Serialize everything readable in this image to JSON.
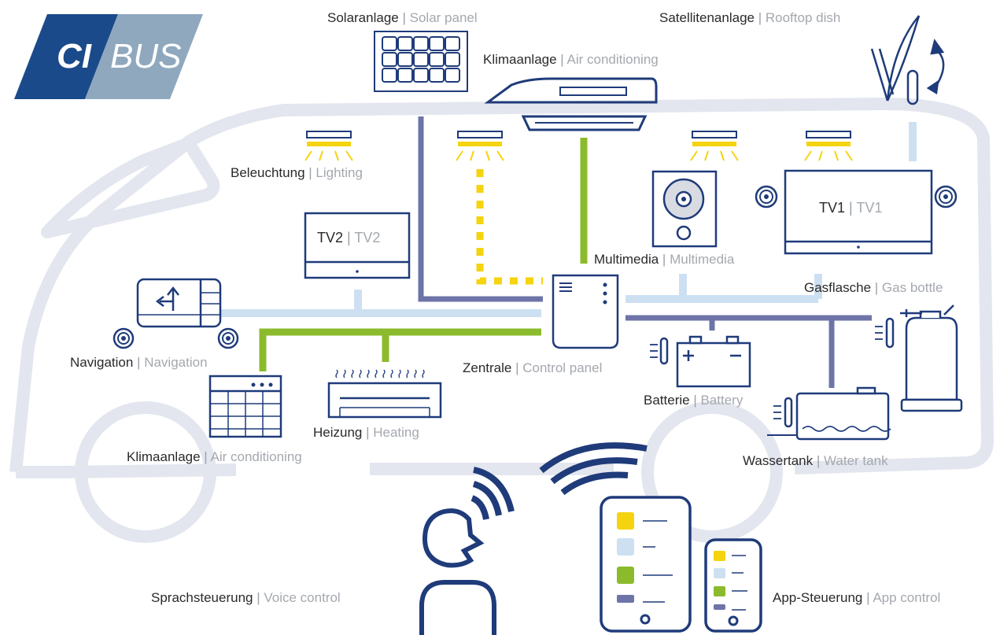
{
  "logo": {
    "left": "CI",
    "right": "BUS"
  },
  "separator": " | ",
  "labels": {
    "solar": {
      "de": "Solaranlage",
      "en": "Solar panel"
    },
    "satellite": {
      "de": "Satellitenanlage",
      "en": "Rooftop dish"
    },
    "roof_ac": {
      "de": "Klimaanlage",
      "en": "Air conditioning"
    },
    "lighting": {
      "de": "Beleuchtung",
      "en": "Lighting"
    },
    "tv2": {
      "de": "TV2",
      "en": "TV2"
    },
    "tv1": {
      "de": "TV1",
      "en": "TV1"
    },
    "multimedia": {
      "de": "Multimedia",
      "en": "Multimedia"
    },
    "gas": {
      "de": "Gasflasche",
      "en": "Gas bottle"
    },
    "navigation": {
      "de": "Navigation",
      "en": "Navigation"
    },
    "control": {
      "de": "Zentrale",
      "en": "Control panel"
    },
    "battery": {
      "de": "Batterie",
      "en": "Battery"
    },
    "heating": {
      "de": "Heizung",
      "en": "Heating"
    },
    "floor_ac": {
      "de": "Klimaanlage",
      "en": "Air conditioning"
    },
    "water": {
      "de": "Wassertank",
      "en": "Water tank"
    },
    "voice": {
      "de": "Sprachsteuerung",
      "en": "Voice control"
    },
    "app": {
      "de": "App-Steuerung",
      "en": "App control"
    }
  },
  "colors": {
    "navy": "#1f3b7a",
    "purple": "#6e74a8",
    "lightblue": "#cde0f2",
    "green": "#8bbb2c",
    "yellow": "#f5d30f",
    "van": "#e3e6ee",
    "logo_dark": "#1a4a8a",
    "logo_light": "#8fa8be"
  }
}
